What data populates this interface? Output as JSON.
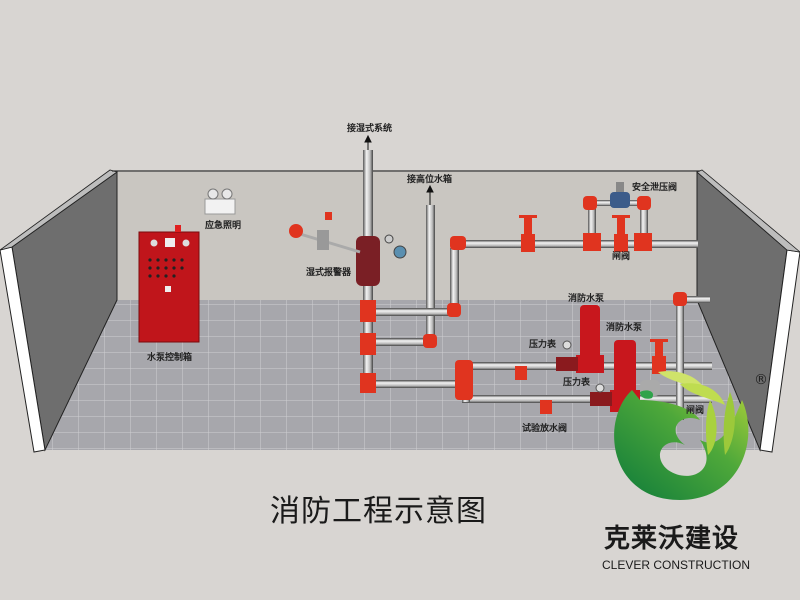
{
  "diagram": {
    "title": "消防工程示意图",
    "labels": {
      "wet_system": "接湿式系统",
      "high_tank": "接高位水箱",
      "emergency_light": "应急照明",
      "wet_alarm": "湿式报警器",
      "safety_relief_valve": "安全泄压阀",
      "gate_valve_top": "闸阀",
      "pump_1": "消防水泵",
      "pump_2": "消防水泵",
      "gauge_1": "压力表",
      "gauge_2": "压力表",
      "test_drain_valve": "试验放水阀",
      "gate_valve_bottom": "闸阀",
      "control_cabinet": "水泵控制箱"
    }
  },
  "brand": {
    "name_cn": "克莱沃建设",
    "name_en": "CLEVER CONSTRUCTION",
    "registered_mark": "®"
  },
  "colors": {
    "background": "#d8d5d2",
    "wall": "#c9c6c1",
    "side_wall": "#6f6f6f",
    "floor": "#a9a9ad",
    "pipe": "#cfcfcf",
    "fitting_red": "#e0341f",
    "logo_green_dark": "#1f8a3a",
    "logo_green_light": "#b7d43a"
  }
}
